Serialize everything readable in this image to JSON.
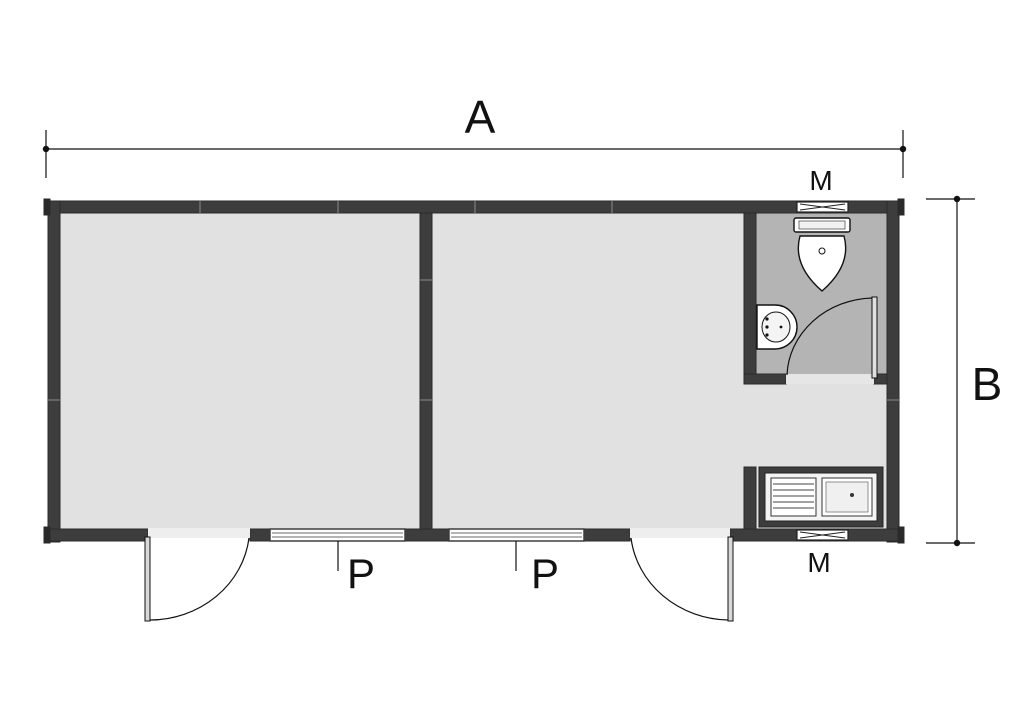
{
  "dimensions": {
    "width_label": "A",
    "depth_label": "B"
  },
  "windows": [
    {
      "label": "P"
    },
    {
      "label": "P"
    }
  ],
  "small_windows": [
    {
      "label": "M"
    },
    {
      "label": "M"
    }
  ],
  "colors": {
    "wall": "#3d3d3d",
    "floor": "#e1e1e1",
    "bathroom_floor": "#b4b4b4",
    "line": "#111111",
    "fixture": "#ffffff"
  }
}
